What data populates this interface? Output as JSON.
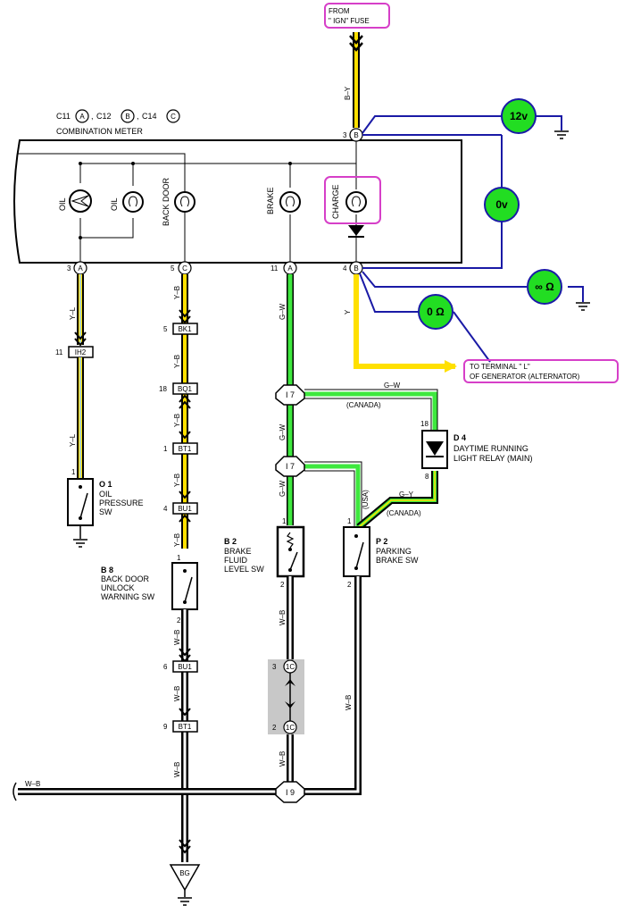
{
  "header": {
    "fuse_line1": "FROM",
    "fuse_line2": "\" IGN\"  FUSE",
    "meter_connectors": [
      {
        "code": "C11",
        "letter": "A"
      },
      {
        "code": "C12",
        "letter": "B"
      },
      {
        "code": "C14",
        "letter": "C"
      }
    ],
    "meter_title": "COMBINATION METER"
  },
  "gauges": [
    "OIL",
    "OIL",
    "BACK DOOR",
    "BRAKE",
    "CHARGE"
  ],
  "top_pin": {
    "num": "3",
    "letter": "B"
  },
  "bottom_pins": [
    {
      "num": "3",
      "letter": "A"
    },
    {
      "num": "5",
      "letter": "C"
    },
    {
      "num": "11",
      "letter": "A"
    },
    {
      "num": "4",
      "letter": "B"
    }
  ],
  "measurements": [
    "12v",
    "0v",
    "∞ Ω",
    "0 Ω"
  ],
  "wire_colors": {
    "top": "B–Y",
    "oil": "Y–L",
    "oil_lower": "Y–L",
    "back_door": [
      "Y–B",
      "Y–B",
      "Y–B",
      "Y–B",
      "Y–B"
    ],
    "back_door_lower": [
      "W–B",
      "W–B",
      "W–B"
    ],
    "brake_gw": [
      "G–W",
      "G–W",
      "G–W"
    ],
    "brake_wb": [
      "W–B",
      "W–B"
    ],
    "charge": "Y",
    "relay_in": "G–W",
    "relay_out": "G–Y",
    "parking_wb": "W–B",
    "ground_bus": "W–B"
  },
  "connectors": {
    "ih2": {
      "pin": "11",
      "label": "IH2"
    },
    "bk1": {
      "pin": "5",
      "label": "BK1"
    },
    "bq1": {
      "pin": "18",
      "label": "BQ1"
    },
    "bt1_top": {
      "pin": "1",
      "label": "BT1"
    },
    "bu1_top": {
      "pin": "4",
      "label": "BU1"
    },
    "bu1_bottom": {
      "pin": "6",
      "label": "BU1"
    },
    "bt1_bottom": {
      "pin": "9",
      "label": "BT1"
    },
    "i7_top": "I 7",
    "i7_bottom": "I 7",
    "i9": "I 9",
    "c1_top": {
      "pin": "3",
      "label": "1C"
    },
    "c1_bottom": {
      "pin": "2",
      "label": "1C"
    },
    "bg": "BG"
  },
  "region_labels": {
    "canada_1": "(CANADA)",
    "canada_2": "(CANADA)",
    "usa": "(USA)"
  },
  "terminal_note": {
    "line1": "TO TERMINAL \" L\"",
    "line2": "OF GENERATOR (ALTERNATOR)"
  },
  "components": {
    "o1": {
      "id": "O 1",
      "line1": "OIL",
      "line2": "PRESSURE",
      "line3": "SW",
      "pin_top": "1"
    },
    "b8": {
      "id": "B 8",
      "line1": "BACK DOOR",
      "line2": "UNLOCK",
      "line3": "WARNING SW",
      "pin_top": "1",
      "pin_bottom": "2"
    },
    "b2": {
      "id": "B 2",
      "line1": "BRAKE",
      "line2": "FLUID",
      "line3": "LEVEL SW",
      "pin_top": "1",
      "pin_bottom": "2"
    },
    "p2": {
      "id": "P 2",
      "line1": "PARKING",
      "line2": "BRAKE SW",
      "pin_top": "1",
      "pin_bottom": "2"
    },
    "d4": {
      "id": "D 4",
      "line1": "DAYTIME RUNNING",
      "line2": "LIGHT RELAY (MAIN)",
      "pin_top": "18",
      "pin_bottom": "8"
    }
  },
  "colors": {
    "highlight_box": "#d63fc8",
    "meter_probe": "#1a1aa6",
    "meter_fill": "#22dd22",
    "wire_yellow": "#ffe000",
    "wire_green": "#3ee83e",
    "wire_blue": "#9ad4ff"
  }
}
